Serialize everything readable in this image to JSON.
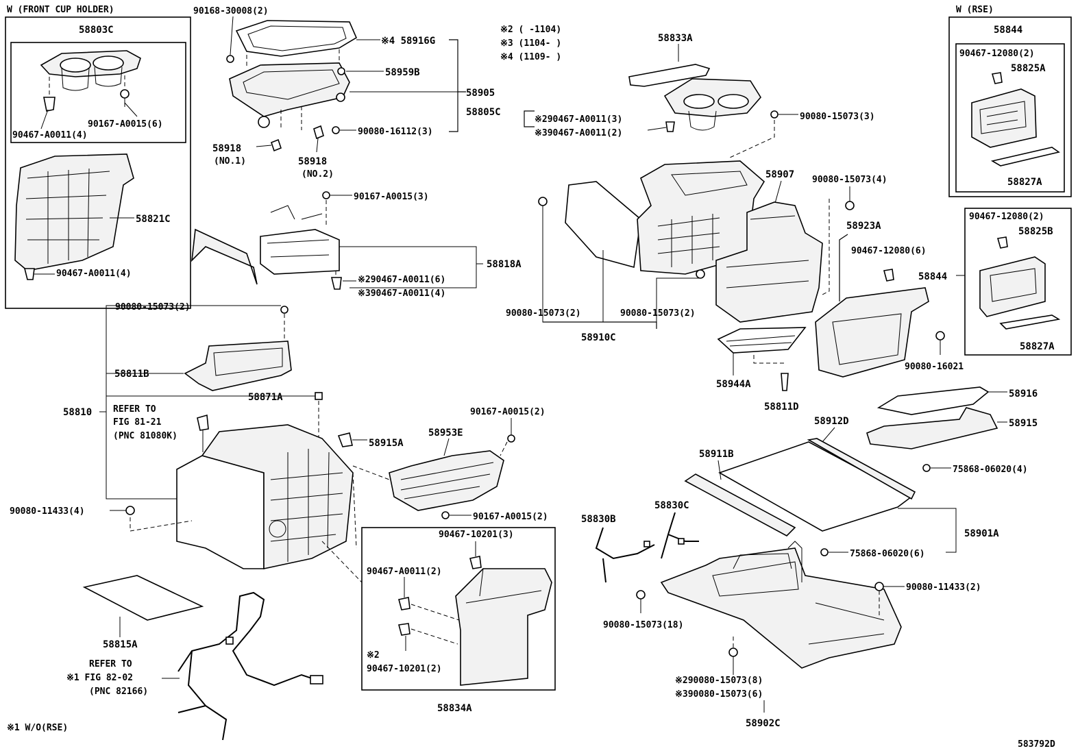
{
  "groups": {
    "front_cup_holder": "W (FRONT CUP HOLDER)",
    "rse": "W (RSE)"
  },
  "notes": {
    "n2": "※2 ( -1104)",
    "n3": "※3 (1104- )",
    "n4": "※4 (1109- )",
    "footnote": "※1 W/O(RSE)",
    "drawing_no": "583792D"
  },
  "labels": {
    "p58803C": "58803C",
    "p58821C": "58821C",
    "p90167_A0015_6": "90167-A0015(6)",
    "p90467_A0011_4a": "90467-A0011(4)",
    "p90467_A0011_4b": "90467-A0011(4)",
    "p90168_30008_2": "90168-30008(2)",
    "p58916G": "※4 58916G",
    "p58959B": "58959B",
    "p58905": "58905",
    "p90080_16112_3": "90080-16112(3)",
    "p58918_1": "58918",
    "p58918_1_sub": "(NO.1)",
    "p58918_2": "58918",
    "p58918_2_sub": "(NO.2)",
    "p90167_A0015_3": "90167-A0015(3)",
    "p58818A": "58818A",
    "p90467_A0011_6": "※290467-A0011(6)",
    "p90467_A0011_4c": "※390467-A0011(4)",
    "p58833A": "58833A",
    "p58805C": "58805C",
    "p90467_A0011_3": "※290467-A0011(3)",
    "p90467_A0011_2a": "※390467-A0011(2)",
    "p90080_15073_3": "90080-15073(3)",
    "p58907": "58907",
    "p90080_15073_4": "90080-15073(4)",
    "p58923A": "58923A",
    "p90080_15073_2a": "90080-15073(2)",
    "p90080_15073_2b": "90080-15073(2)",
    "p58910C": "58910C",
    "p58844_top": "58844",
    "p90467_12080_2a": "90467-12080(2)",
    "p58825A": "58825A",
    "p58827A_top": "58827A",
    "p90467_12080_2b": "90467-12080(2)",
    "p58825B": "58825B",
    "p58844_mid": "58844",
    "p58827A_mid": "58827A",
    "p90467_12080_6": "90467-12080(6)",
    "p90080_16021": "90080-16021",
    "p58944A": "58944A",
    "p58811D": "58811D",
    "p58916": "58916",
    "p58915": "58915",
    "p75868_06020_4": "75868-06020(4)",
    "p90080_15073_2c": "90080-15073(2)",
    "p58811B": "58811B",
    "p58810": "58810",
    "p58871A": "58871A",
    "refer1_a": "REFER TO",
    "refer1_b": "FIG 81-21",
    "refer1_c": "(PNC 81080K)",
    "p58915A": "58915A",
    "p58953E": "58953E",
    "p90167_A0015_2a": "90167-A0015(2)",
    "p90167_A0015_2b": "90167-A0015(2)",
    "p90080_11433_4": "90080-11433(4)",
    "p90467_10201_3": "90467-10201(3)",
    "p90467_A0011_2b": "90467-A0011(2)",
    "p90467_10201_2_a": "※2",
    "p90467_10201_2_b": "90467-10201(2)",
    "p58834A": "58834A",
    "p58815A": "58815A",
    "refer2_a": "REFER TO",
    "refer2_b": "※1 FIG 82-02",
    "refer2_c": "(PNC 82166)",
    "p58912D": "58912D",
    "p58911B": "58911B",
    "p58830B": "58830B",
    "p58830C": "58830C",
    "p58901A": "58901A",
    "p75868_06020_6": "75868-06020(6)",
    "p90080_11433_2": "90080-11433(2)",
    "p90080_15073_18": "90080-15073(18)",
    "p90080_15073_8": "※290080-15073(8)",
    "p90080_15073_6": "※390080-15073(6)",
    "p58902C": "58902C"
  }
}
